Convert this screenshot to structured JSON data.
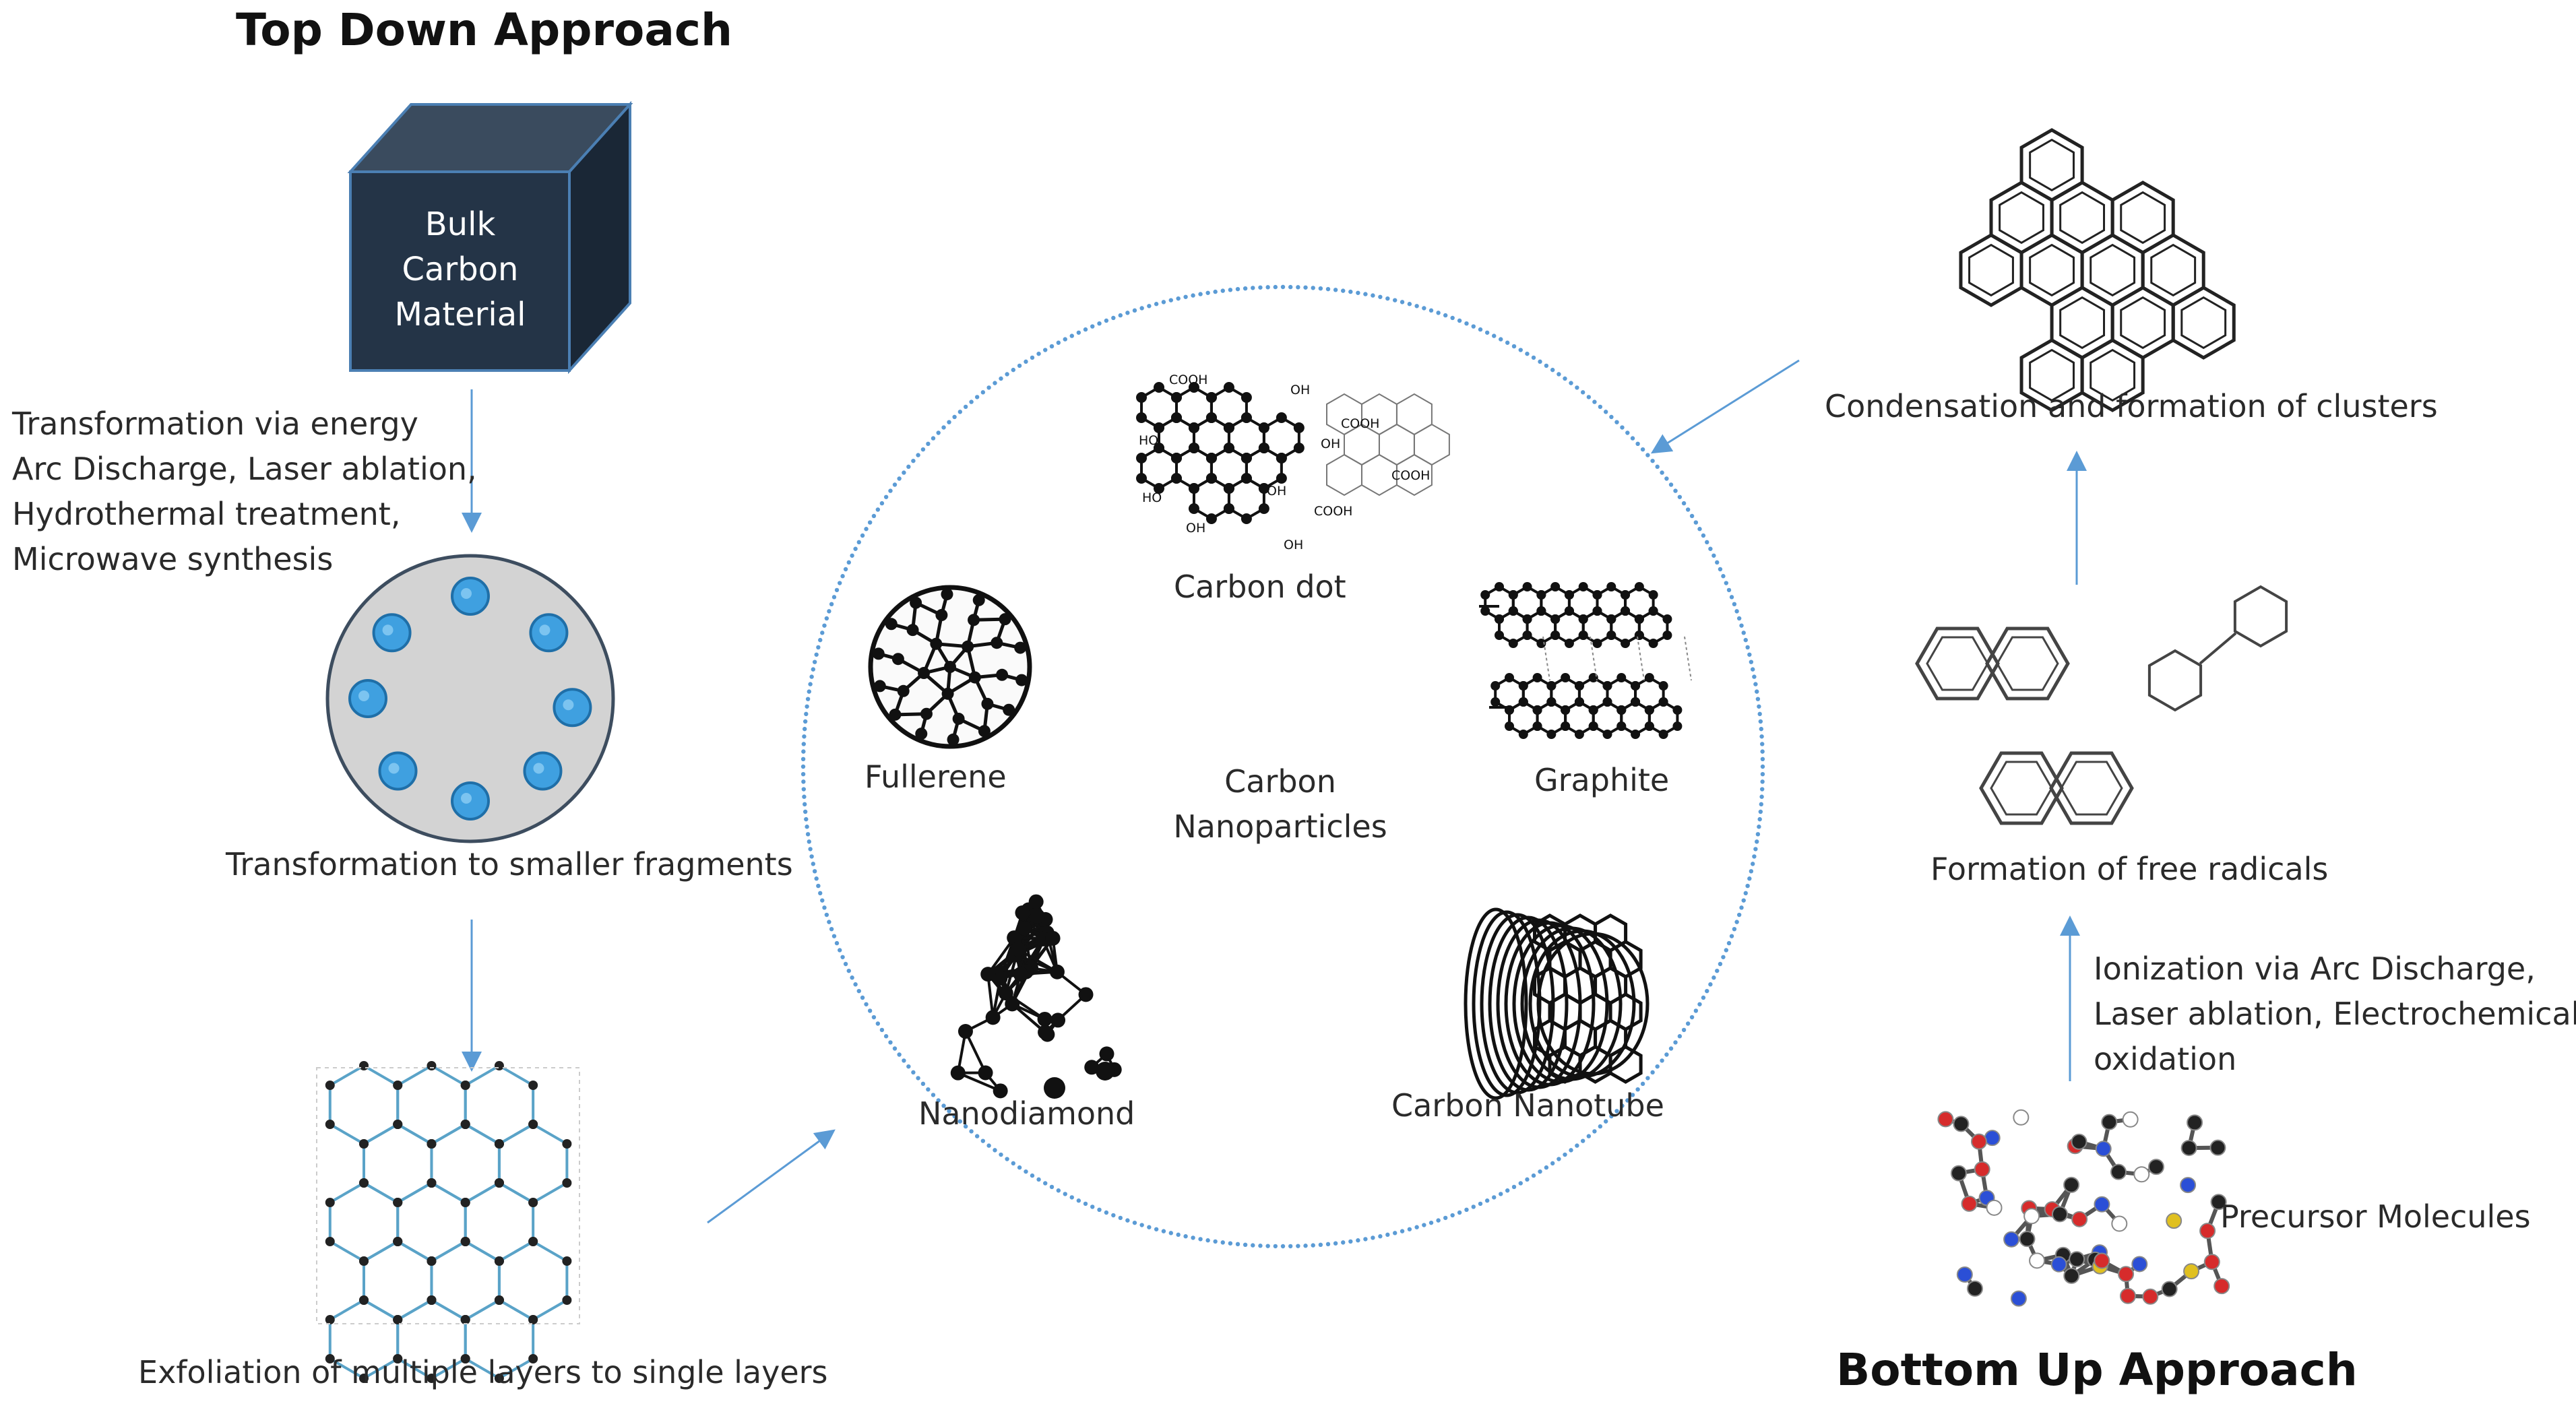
{
  "titles": {
    "top_down": "Top Down Approach",
    "bottom_up": "Bottom Up Approach"
  },
  "top_down": {
    "bulk_material": "Bulk\nCarbon\nMaterial",
    "energy_step": "Transformation via energy\nArc Discharge, Laser ablation,\nHydrothermal treatment,\nMicrowave synthesis",
    "fragments": "Transformation to smaller fragments",
    "exfoliation": "Exfoliation of multiple layers to single layers"
  },
  "center": {
    "title": "Carbon\nNanoparticles",
    "carbon_dot": "Carbon dot",
    "fullerene": "Fullerene",
    "graphite": "Graphite",
    "nanodiamond": "Nanodiamond",
    "nanotube": "Carbon Nanotube",
    "carbon_dot_groups": [
      "COOH",
      "OH",
      "HO",
      "COOH",
      "OH",
      "HO",
      "OH",
      "COOH",
      "OH",
      "COOH",
      "OH"
    ]
  },
  "bottom_up": {
    "condensation": "Condensation and formation of clusters",
    "free_radicals": "Formation of free radicals",
    "ionization": "Ionization via Arc Discharge,\nLaser ablation, Electrochemical\noxidation",
    "precursor": "Precursor Molecules"
  },
  "colors": {
    "arrow": "#5b9bd5",
    "cube_front": "#243447",
    "cube_top": "#3a4b5e",
    "cube_side": "#1a2736",
    "fragment_disc": "#d3d3d3",
    "fragment_dot": "#3fa0e0",
    "circle_dots": "#5b9bd5"
  }
}
